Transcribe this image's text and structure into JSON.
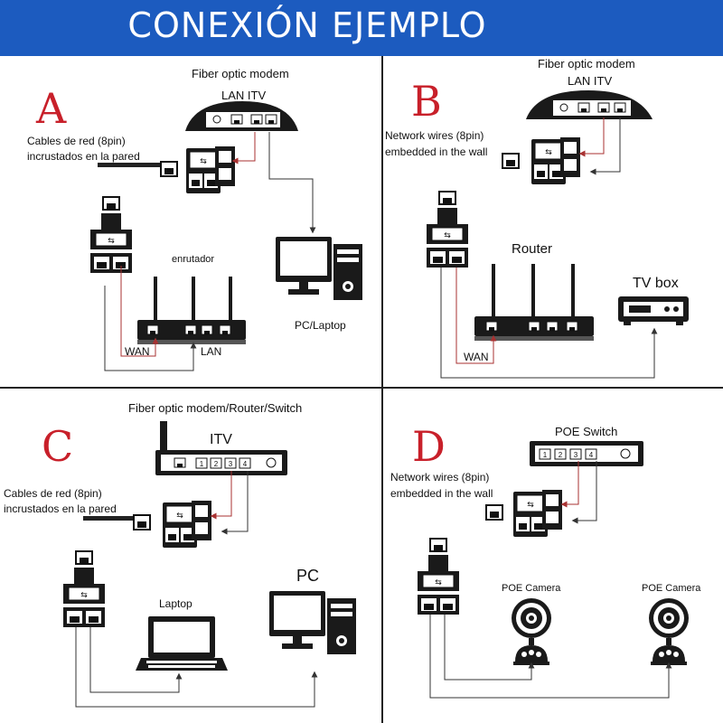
{
  "header": {
    "title": "CONEXIÓN EJEMPLO"
  },
  "colors": {
    "banner": "#1c5bbf",
    "panel_letter": "#c8202a",
    "signal_line": "#a83232",
    "wire": "#333333"
  },
  "panels": {
    "a": {
      "letter": "A",
      "modem_title": "Fiber optic modem",
      "modem_ports": "LAN ITV",
      "wall_note_1": "Cables de red (8pin)",
      "wall_note_2": "incrustados en la pared",
      "router_label": "enrutador",
      "wan": "WAN",
      "lan": "LAN",
      "device_label": "PC/Laptop"
    },
    "b": {
      "letter": "B",
      "modem_title": "Fiber optic modem",
      "modem_ports": "LAN ITV",
      "wall_note_1": "Network wires (8pin)",
      "wall_note_2": "embedded in the wall",
      "router_label": "Router",
      "wan": "WAN",
      "device_label": "TV box"
    },
    "c": {
      "letter": "C",
      "modem_title": "Fiber optic modem/Router/Switch",
      "modem_ports": "ITV",
      "wall_note_1": "Cables de red (8pin)",
      "wall_note_2": "incrustados en la pared",
      "port_numbers": [
        "1",
        "2",
        "3",
        "4"
      ],
      "laptop_label": "Laptop",
      "pc_label": "PC"
    },
    "d": {
      "letter": "D",
      "switch_title": "POE Switch",
      "wall_note_1": "Network wires (8pin)",
      "wall_note_2": "embedded in the wall",
      "port_numbers": [
        "1",
        "2",
        "3",
        "4"
      ],
      "camera_label_1": "POE Camera",
      "camera_label_2": "POE Camera"
    }
  }
}
